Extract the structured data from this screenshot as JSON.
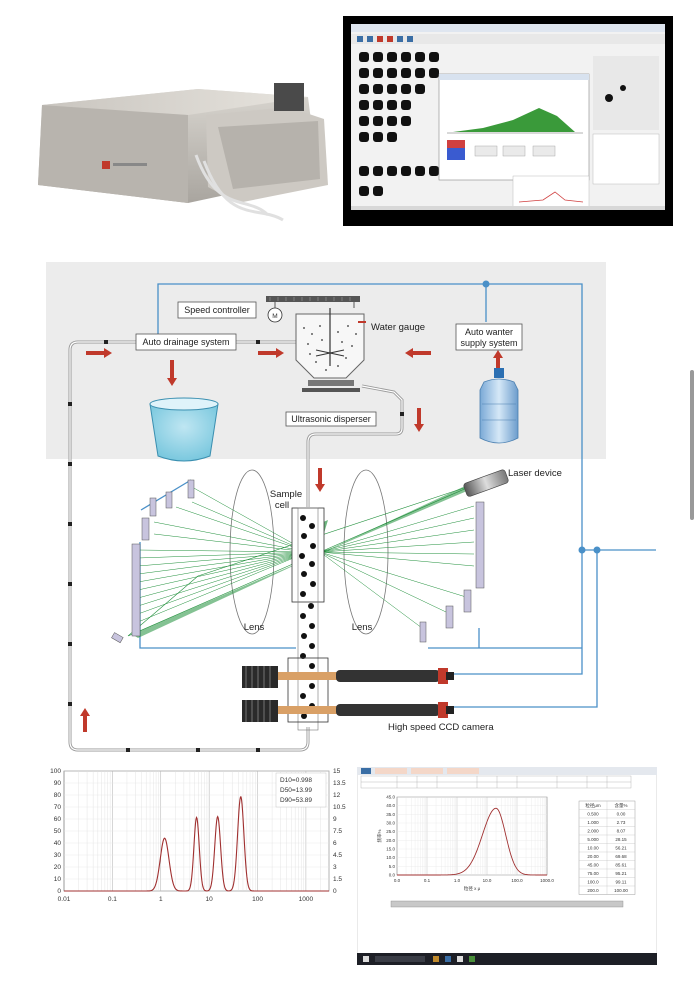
{
  "diagram": {
    "speed_controller": "Speed controller",
    "motor": "M",
    "water_gauge": "Water gauge",
    "auto_drainage": "Auto drainage system",
    "auto_supply_line1": "Auto wanter",
    "auto_supply_line2": "supply system",
    "ultrasonic": "Ultrasonic disperser",
    "laser": "Laser device",
    "sample_cell_line1": "Sample",
    "sample_cell_line2": "cell",
    "lens_left": "Lens",
    "lens_right": "Lens",
    "ccd": "High speed CCD camera"
  },
  "report": {
    "table_headers": [
      "粒径μm",
      "含量%"
    ],
    "table_rows": [
      [
        "0.500",
        "0.00"
      ],
      [
        "1.000",
        "2.73"
      ],
      [
        "2.000",
        "8.07"
      ],
      [
        "5.000",
        "28.15"
      ],
      [
        "10.00",
        "56.21"
      ],
      [
        "20.00",
        "69.68"
      ],
      [
        "45.00",
        "85.61"
      ],
      [
        "75.00",
        "95.21"
      ],
      [
        "100.0",
        "99.11"
      ],
      [
        "200.0",
        "100.00"
      ]
    ],
    "x_label": "粒径 x μ",
    "y_label": "频率%",
    "x_ticks": [
      "0.0",
      "0.1",
      "1.0",
      "10.0",
      "100.0",
      "1000.0"
    ],
    "y_ticks": [
      "0.0",
      "5.0",
      "10.0",
      "15.0",
      "20.0",
      "25.0",
      "30.0",
      "35.0",
      "40.0",
      "45.0"
    ]
  },
  "chart_data": [
    {
      "type": "line",
      "x_scale": "log",
      "xlim": [
        0.01,
        3000
      ],
      "ylim": [
        0,
        100
      ],
      "ylim_right": [
        0,
        15
      ],
      "x_ticks": [
        "0.01",
        "0.1",
        "1",
        "10",
        "100",
        "1000"
      ],
      "y_ticks": [
        "0",
        "10",
        "20",
        "30",
        "40",
        "50",
        "60",
        "70",
        "80",
        "90",
        "100"
      ],
      "y_ticks_right": [
        "0",
        "1.5",
        "3",
        "4.5",
        "6",
        "7.5",
        "9",
        "10.5",
        "12",
        "13.5",
        "15"
      ],
      "annotations": [
        "D10=0.998",
        "D50=13.99",
        "D90=53.89"
      ],
      "peaks": [
        {
          "x": 1.2,
          "y": 6.6
        },
        {
          "x": 5.5,
          "y": 9.2
        },
        {
          "x": 15,
          "y": 9.3
        },
        {
          "x": 45,
          "y": 11.8
        }
      ],
      "grid": true
    },
    {
      "type": "line",
      "x_scale": "log",
      "xlim": [
        0.01,
        1000
      ],
      "ylim": [
        0,
        45
      ],
      "series_shape": "single smooth peak",
      "peak": {
        "x": 20,
        "y": 38.5
      },
      "grid": true
    }
  ],
  "colors": {
    "pipe": "#4a90c8",
    "laser_beam": "#1f8f3a",
    "arrow": "#c0392b",
    "detector": "#c8c4de",
    "top_band": "#ececec",
    "curve": "#a03030"
  }
}
